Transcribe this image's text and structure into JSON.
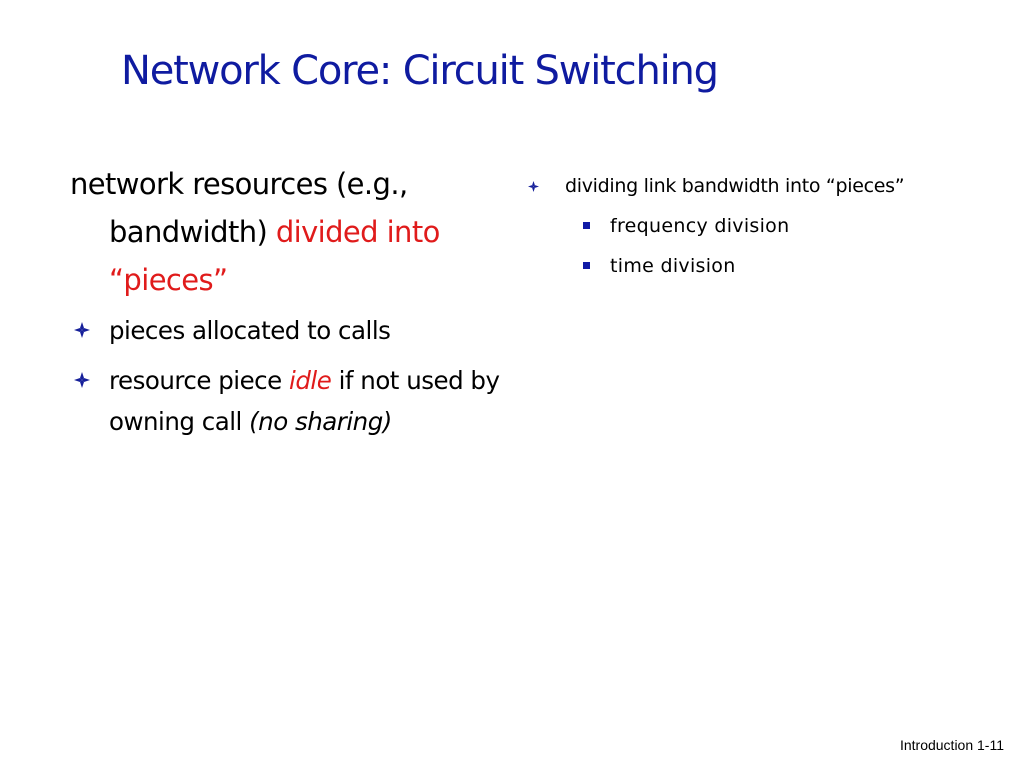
{
  "slide": {
    "title": "Network Core: Circuit Switching",
    "left": {
      "lead_text": "network resources (e.g., bandwidth) ",
      "lead_highlight": "divided into “pieces”",
      "bullets": [
        {
          "parts": [
            "pieces allocated to calls"
          ]
        },
        {
          "parts": [
            "resource piece ",
            "idle",
            " if not used by owning call ",
            "(no sharing)"
          ]
        }
      ]
    },
    "right": {
      "bullet_text": "dividing link bandwidth into “pieces”",
      "sub_items": [
        "frequency division",
        "time division"
      ]
    },
    "footer": "Introduction 1-11",
    "colors": {
      "title": "#0f1ba0",
      "highlight": "#e01b1b",
      "bullet_icon": "#16209a"
    },
    "icons": {
      "bullet": "diamond-bullet-icon",
      "sub_bullet": "square-bullet-icon"
    }
  }
}
